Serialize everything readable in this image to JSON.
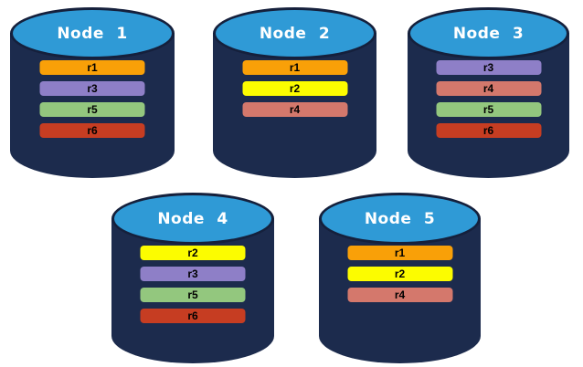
{
  "colors": {
    "background": "#ffffff",
    "cylinder_body": "#1C2B4D",
    "cylinder_top": "#2F9AD6",
    "cylinder_outline": "#15203C",
    "node_label_text": "#ffffff",
    "replica_label_text": "#000000",
    "replicas": {
      "r1": "#F9A008",
      "r2": "#FCFC00",
      "r3": "#8E7FC7",
      "r4": "#D4786C",
      "r5": "#93C77E",
      "r6": "#C63D22"
    }
  },
  "nodes": [
    {
      "label": "Node 1",
      "replicas": [
        "r1",
        "r3",
        "r5",
        "r6"
      ]
    },
    {
      "label": "Node 2",
      "replicas": [
        "r1",
        "r2",
        "r4"
      ]
    },
    {
      "label": "Node 3",
      "replicas": [
        "r3",
        "r4",
        "r5",
        "r6"
      ]
    },
    {
      "label": "Node 4",
      "replicas": [
        "r2",
        "r3",
        "r5",
        "r6"
      ]
    },
    {
      "label": "Node 5",
      "replicas": [
        "r1",
        "r2",
        "r4"
      ]
    }
  ]
}
